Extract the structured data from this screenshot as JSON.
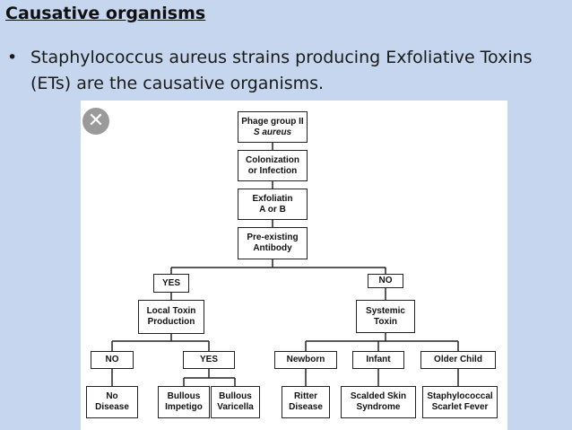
{
  "slide": {
    "title": "Causative organisms",
    "bullet_glyph": "•",
    "bullet_text": "Staphylococcus aureus strains producing Exfoliative Toxins (ETs) are the causative organisms."
  },
  "figure": {
    "close_icon": "close-icon",
    "nodes": {
      "phage_group": [
        "Phage group II",
        "S aureus"
      ],
      "colonization": [
        "Colonization",
        "or Infection"
      ],
      "exfoliatin": [
        "Exfoliatin",
        "A or B"
      ],
      "preexisting": [
        "Pre-existing",
        "Antibody"
      ],
      "yes_top": [
        "YES"
      ],
      "no_top": [
        "NO"
      ],
      "local_toxin": [
        "Local Toxin",
        "Production"
      ],
      "systemic_toxin": [
        "Systemic",
        "Toxin"
      ],
      "no_local": [
        "NO"
      ],
      "yes_local": [
        "YES"
      ],
      "newborn": [
        "Newborn"
      ],
      "infant": [
        "Infant"
      ],
      "older_child": [
        "Older Child"
      ],
      "no_disease": [
        "No",
        "Disease"
      ],
      "bullous_impetigo": [
        "Bullous",
        "Impetigo"
      ],
      "bullous_varicella": [
        "Bullous",
        "Varicella"
      ],
      "ritter_disease": [
        "Ritter",
        "Disease"
      ],
      "scalded_skin": [
        "Scalded Skin",
        "Syndrome"
      ],
      "scarlet_fever": [
        "Staphylococcal",
        "Scarlet Fever"
      ]
    }
  }
}
